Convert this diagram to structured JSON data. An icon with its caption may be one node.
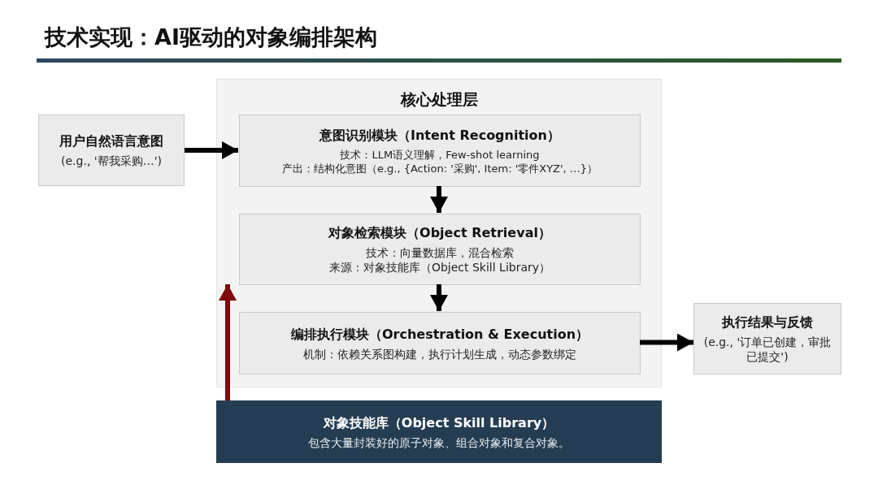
{
  "diagram": {
    "title": "技术实现：AI驱动的对象编排架构",
    "nodes": [
      {
        "text": [
          "用户自然语言意图",
          "(e.g., '帮我采购…')"
        ]
      },
      {
        "text": [
          "核心处理层"
        ]
      },
      {
        "text": [
          "意图识别模块（Intent Recognition）",
          "技术：LLM语义理解，Few-shot learning",
          "产出：结构化意图（e.g., {Action: '采购', Item: '零件XYZ', …}）"
        ],
        "in": 1
      },
      {
        "text": [
          "对象检索模块（Object Retrieval）",
          "技术：向量数据库，混合检索",
          "来源：对象技能库（Object Skill Library）"
        ],
        "in": 1
      },
      {
        "text": [
          "编排执行模块（Orchestration & Execution）",
          "机制：依赖关系图构建，执行计划生成，动态参数绑定"
        ],
        "in": 1
      },
      {
        "text": [
          "执行结果与反馈",
          "(e.g., '订单已创建，审批已提交')"
        ]
      },
      {
        "text": [
          "对象技能库（Object Skill Library）",
          "包含大量封装好的原子对象、组合对象和复合对象。"
        ]
      }
    ],
    "edges": [
      {
        "from": 0,
        "to": 2,
        "arrow": "to"
      },
      {
        "from": 2,
        "to": 3,
        "arrow": "to"
      },
      {
        "from": 3,
        "to": 4,
        "arrow": "to"
      },
      {
        "from": 4,
        "to": 5,
        "arrow": "to"
      },
      {
        "from": 6,
        "to": 3,
        "arrow": "to",
        "color": "#7f0a0a"
      }
    ]
  }
}
